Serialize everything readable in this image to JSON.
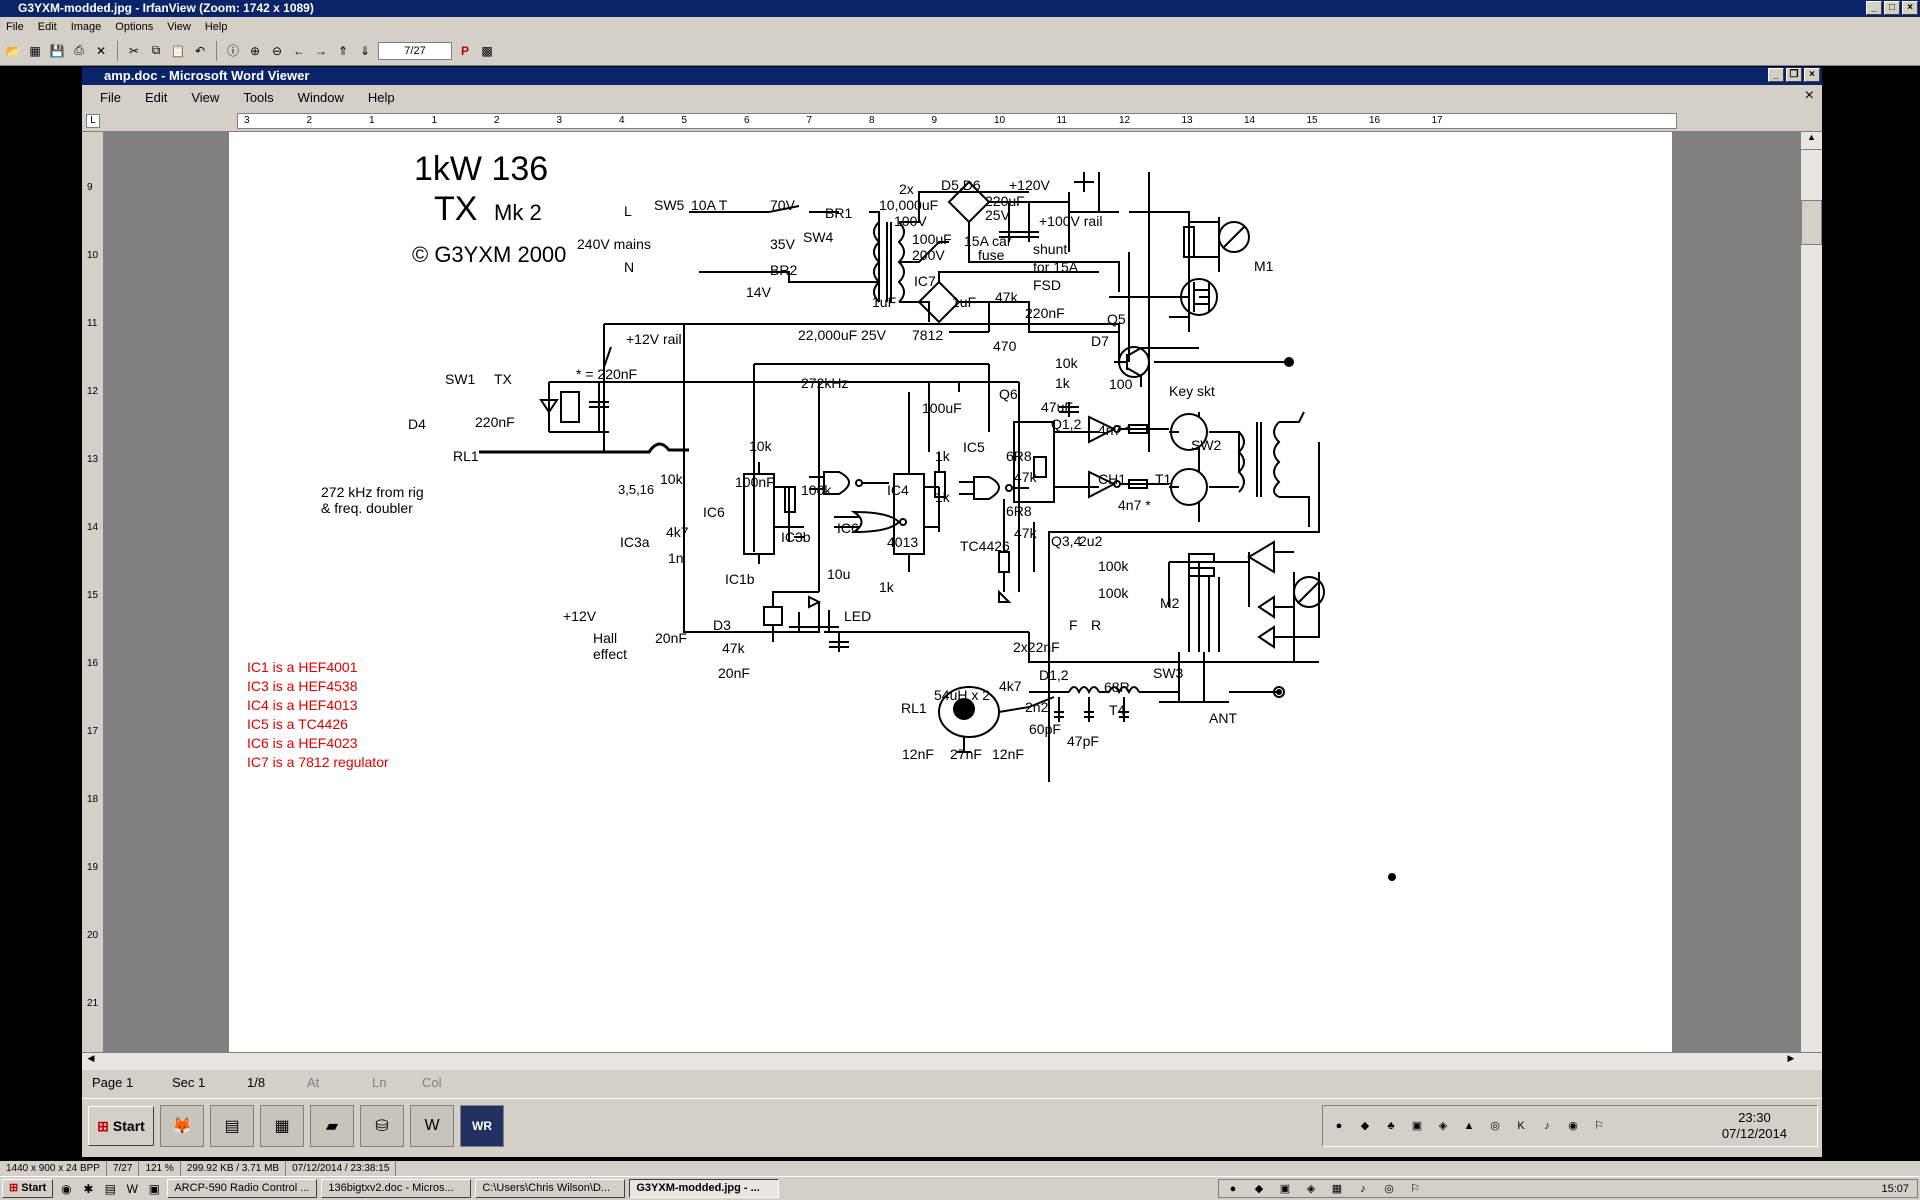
{
  "irfanview": {
    "title": "G3YXM-modded.jpg - IrfanView (Zoom: 1742 x 1089)",
    "menu": [
      "File",
      "Edit",
      "Image",
      "Options",
      "View",
      "Help"
    ],
    "page_box": "7/27",
    "status": [
      "1440 x 900 x 24 BPP",
      "7/27",
      "121 %",
      "299.92 KB / 3.71 MB",
      "07/12/2014 / 23:38:15"
    ]
  },
  "wordviewer": {
    "title": "amp.doc - Microsoft Word Viewer",
    "menu": [
      "File",
      "Edit",
      "View",
      "Tools",
      "Window",
      "Help"
    ],
    "status": {
      "page": "Page 1",
      "sec": "Sec 1",
      "pages": "1/8",
      "at": "At",
      "ln": "Ln",
      "col": "Col"
    }
  },
  "ruler_numbers": [
    "3",
    "2",
    "1",
    "1",
    "2",
    "3",
    "4",
    "5",
    "6",
    "7",
    "8",
    "9",
    "10",
    "11",
    "12",
    "13",
    "14",
    "15",
    "16",
    "17"
  ],
  "vruler_numbers": [
    "9",
    "10",
    "11",
    "12",
    "13",
    "14",
    "15",
    "16",
    "17",
    "18",
    "19",
    "20",
    "21"
  ],
  "schematic": {
    "title1": "1kW 136",
    "title2": "TX",
    "title2b": "Mk 2",
    "copyright": "© G3YXM 2000",
    "labels": {
      "L": "L",
      "N": "N",
      "mains": "240V mains",
      "sw5": "SW5",
      "fuse": "10A T",
      "v70": "70V",
      "v35": "35V",
      "v14": "14V",
      "br1": "BR1",
      "br2": "BR2",
      "sw4": "SW4",
      "caps": "2x",
      "caps2": "10,000uF",
      "v100": "100V",
      "c100uf": "100uF",
      "v200": "200V",
      "d56": "D5,D6",
      "v120": "+120V",
      "c220": "220uF",
      "v25": "25V",
      "carfuse": "15A car",
      "fuse2": "fuse",
      "rail100": "+100V rail",
      "shunt": "shunt",
      "shunt2": "for 15A",
      "fsd": "FSD",
      "m1": "M1",
      "ic7": "IC7",
      "r47k": "47k",
      "c220n": "220nF",
      "q5": "Q5",
      "d7": "D7",
      "r470": "470",
      "c1uf_a": "1uF",
      "c1uf_b": "1uF",
      "c22000": "22,000uF 25V",
      "reg7812": "7812",
      "rail12": "+12V rail",
      "sw1": "SW1",
      "tx": "TX",
      "star": "* = 220nF",
      "freq272": "272kHz",
      "d4": "D4",
      "rl1a": "RL1",
      "c220nf": "220nF",
      "input1": "272 kHz from rig",
      "input2": "& freq. doubler",
      "r10k_a": "10k",
      "ic3a": "IC3a",
      "pins3516": "3,5,16",
      "r4k7": "4k7",
      "c1n": "1n",
      "ic6a": "IC6",
      "ic1b": "IC1b",
      "c100nf": "100nF",
      "r10k_b": "10k",
      "r10k_c": "10k",
      "ic3b": "IC3b",
      "r100k": "100k",
      "c10u": "10u",
      "ic6b": "IC6",
      "r1k_led": "1k",
      "led": "LED",
      "ic4": "IC4",
      "c100uf2": "100uF",
      "r1k_a": "1k",
      "r1k_b": "1k",
      "ic5": "IC5",
      "tc4426": "TC4426",
      "ic4013": "4013",
      "r6r8a": "6R8",
      "r6r8b": "6R8",
      "r47k_a": "47k",
      "r47k_b": "47k",
      "q12": "Q1,2",
      "q34": "Q3,4",
      "ch1": "CH1",
      "t1": "T1",
      "sw2": "SW2",
      "c4n7a": "4n7 *",
      "c4n7b": "4n7 *",
      "c2u2": "2u2",
      "q6": "Q6",
      "r10k_q6": "10k",
      "r1k_q6": "1k",
      "c47uf": "47uF",
      "r100": "100",
      "keyskt": "Key skt",
      "v12": "+12V",
      "hall": "Hall",
      "effect": "effect",
      "c20nf_a": "20nF",
      "c20nf_b": "20nF",
      "r47k_c": "47k",
      "d3": "D3",
      "r100k_a": "100k",
      "r100k_b": "100k",
      "m2": "M2",
      "sw3": "SW3",
      "fwd": "F",
      "rev": "R",
      "c2x22": "2x22nF",
      "d12": "D1,2",
      "r68": "68R",
      "rl1b": "RL1",
      "ind": "54uH x 2",
      "r4k7b": "4k7",
      "c2n2": "2n2",
      "t4": "T4",
      "ant": "ANT",
      "c12nf_a": "12nF",
      "c27nf": "27nF",
      "c12nf_b": "12nF",
      "c60pf": "60pF",
      "c47pf": "47pF"
    },
    "notes": [
      "IC1  is a HEF4001",
      "IC3 is a HEF4538",
      "IC4 is a HEF4013",
      "IC5 is a TC4426",
      "IC6 is a HEF4023",
      "IC7 is a 7812 regulator"
    ],
    "note_color": "#e00000"
  },
  "taskbar1": {
    "start": "Start",
    "clock_time": "23:30",
    "clock_date": "07/12/2014"
  },
  "taskbar2": {
    "start": "Start",
    "tasks": [
      "ARCP-590 Radio Control ...",
      "136bigtxv2.doc - Micros...",
      "C:\\Users\\Chris Wilson\\D...",
      "G3YXM-modded.jpg - ..."
    ],
    "clock": "15:07"
  }
}
